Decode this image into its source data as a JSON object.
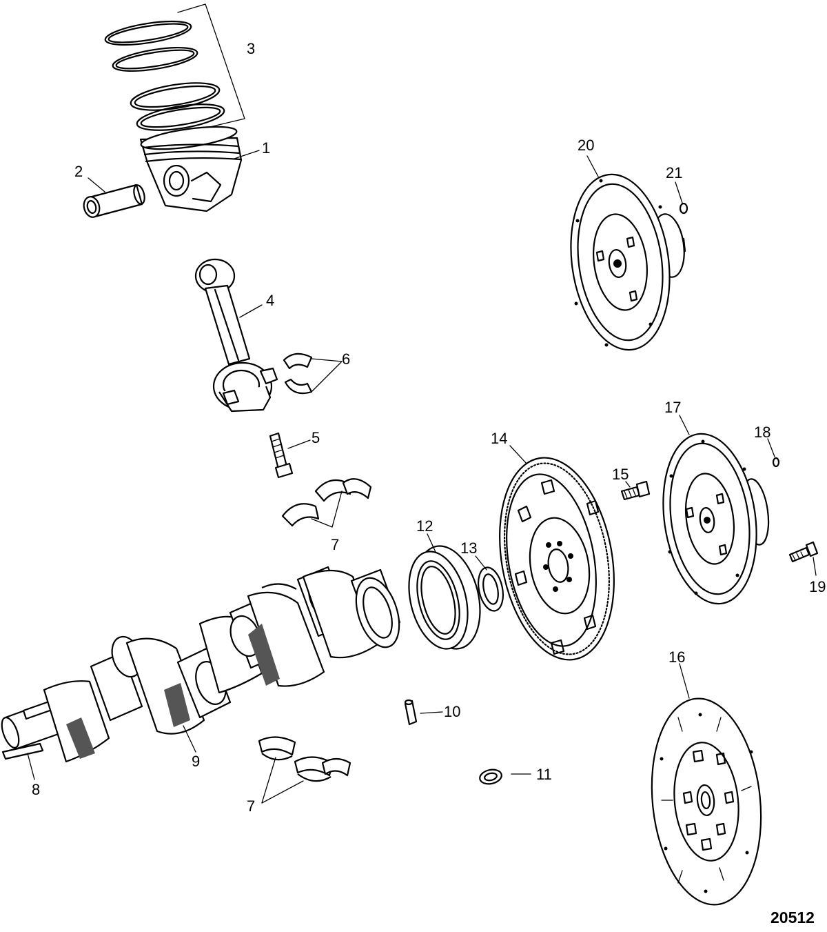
{
  "figure_id": "20512",
  "callouts": {
    "c1": "1",
    "c2": "2",
    "c3": "3",
    "c4": "4",
    "c5": "5",
    "c6": "6",
    "c7a": "7",
    "c7b": "7",
    "c8": "8",
    "c9": "9",
    "c10": "10",
    "c11": "11",
    "c12": "12",
    "c13": "13",
    "c14": "14",
    "c15": "15",
    "c16": "16",
    "c17": "17",
    "c18": "18",
    "c19": "19",
    "c20": "20",
    "c21": "21"
  }
}
